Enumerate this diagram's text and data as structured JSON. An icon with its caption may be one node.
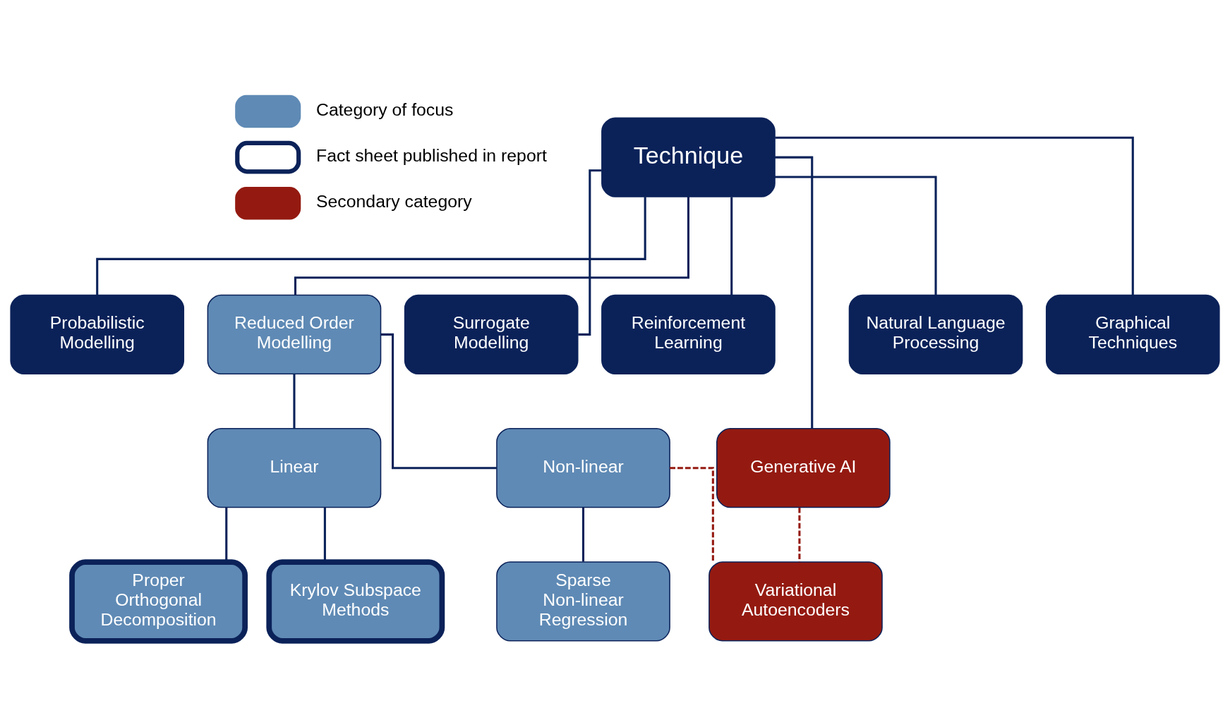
{
  "diagram": {
    "nodes": [
      {
        "text": [
          "Technique"
        ]
      },
      {
        "text": [
          "Probabilistic Modelling"
        ]
      },
      {
        "text": [
          "Reduced Order Modelling"
        ]
      },
      {
        "text": [
          "Surrogate Modelling"
        ]
      },
      {
        "text": [
          "Reinforcement Learning"
        ]
      },
      {
        "text": [
          "Generative AI"
        ]
      },
      {
        "text": [
          "Natural Language Processing"
        ]
      },
      {
        "text": [
          "Graphical Techniques"
        ]
      },
      {
        "text": [
          "Linear"
        ]
      },
      {
        "text": [
          "Non-linear"
        ]
      },
      {
        "text": [
          "Proper Orthogonal Decomposition"
        ]
      },
      {
        "text": [
          "Krylov Subspace Methods"
        ]
      },
      {
        "text": [
          "Sparse Non-linear Regression"
        ]
      },
      {
        "text": [
          "Variational Autoencoders"
        ]
      }
    ],
    "edges": [
      {
        "from": 0,
        "to": 1,
        "arrow": "none"
      },
      {
        "from": 0,
        "to": 2,
        "arrow": "none"
      },
      {
        "from": 0,
        "to": 3,
        "arrow": "none"
      },
      {
        "from": 0,
        "to": 4,
        "arrow": "none"
      },
      {
        "from": 0,
        "to": 5,
        "arrow": "none"
      },
      {
        "from": 0,
        "to": 6,
        "arrow": "none"
      },
      {
        "from": 0,
        "to": 7,
        "arrow": "none"
      },
      {
        "from": 2,
        "to": 8,
        "arrow": "none"
      },
      {
        "from": 2,
        "to": 9,
        "arrow": "none"
      },
      {
        "from": 8,
        "to": 10,
        "arrow": "none"
      },
      {
        "from": 8,
        "to": 11,
        "arrow": "none"
      },
      {
        "from": 9,
        "to": 12,
        "arrow": "none"
      },
      {
        "from": 5,
        "to": 13,
        "arrow": "none",
        "style": "dashed",
        "color": "#941a11"
      },
      {
        "from": 9,
        "to": 13,
        "arrow": "none",
        "style": "dashed",
        "color": "#941a11"
      }
    ],
    "legend": [
      {
        "text": "Category of focus",
        "color": "#5f8ab5"
      },
      {
        "text": "Fact sheet published in report"
      },
      {
        "text": "Secondary category",
        "color": "#941a11"
      }
    ]
  }
}
